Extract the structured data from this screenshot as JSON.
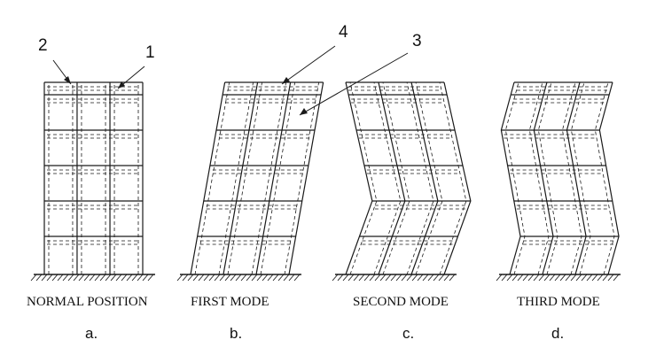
{
  "callouts": {
    "n1": "1",
    "n2": "2",
    "n3": "3",
    "n4": "4"
  },
  "panels": [
    {
      "caption": "NORMAL POSITION",
      "letter": "a."
    },
    {
      "caption": "FIRST MODE",
      "letter": "b."
    },
    {
      "caption": "SECOND MODE",
      "letter": "c."
    },
    {
      "caption": "THIRD MODE",
      "letter": "d."
    }
  ],
  "colors": {
    "ink": "#1a1a1a",
    "background": "#ffffff"
  }
}
